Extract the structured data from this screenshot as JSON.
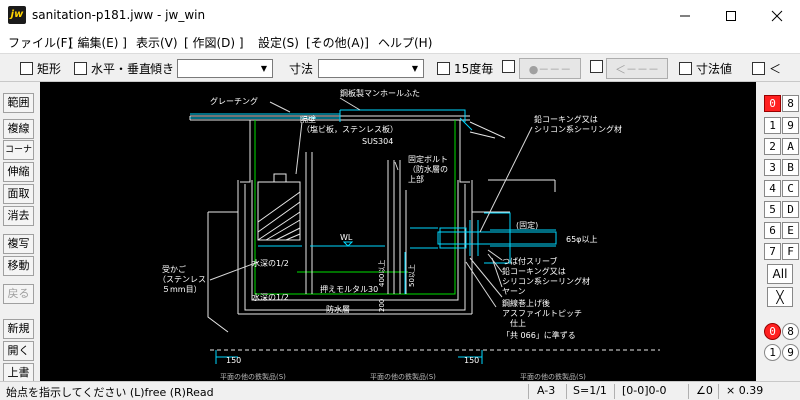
{
  "window": {
    "icon_text": "jw",
    "title": "sanitation-p181.jww - jw_win",
    "minimize": "—",
    "maximize": "☐",
    "close": "✕"
  },
  "menu": {
    "items": [
      "ファイル(F)",
      "[ 編集(E) ]",
      "表示(V)",
      "[ 作図(D) ]",
      "設定(S)",
      "[その他(A)]",
      "ヘルプ(H)"
    ]
  },
  "toolbar": {
    "rect_label": "矩形",
    "hv_label": "水平・垂直",
    "tilt_label": "傾き",
    "tilt_value": "",
    "dim_label": "寸法",
    "dim_value": "",
    "deg15_label": "15度毎",
    "circle_btn": "●－－－",
    "arrow_btn": "＜－－－",
    "dimval_label": "寸法値",
    "lt_label": "＜"
  },
  "left_tools": [
    "範囲",
    "複線",
    "コーナー",
    "伸縮",
    "面取",
    "消去",
    "複写",
    "移動",
    "戻る",
    "新規",
    "開く",
    "上書"
  ],
  "right_tools": {
    "layer_groups_top": [
      [
        "0",
        "8"
      ],
      [
        "1",
        "9"
      ],
      [
        "2",
        "A"
      ],
      [
        "3",
        "B"
      ],
      [
        "4",
        "C"
      ],
      [
        "5",
        "D"
      ],
      [
        "6",
        "E"
      ],
      [
        "7",
        "F"
      ]
    ],
    "all_label": "All",
    "x_label": "╳",
    "layer_groups_bottom": [
      [
        "0",
        "8"
      ],
      [
        "1",
        "9"
      ]
    ]
  },
  "drawing": {
    "labels": {
      "grating": "グレーチング",
      "manhole": "鋼板製マンホールふた",
      "partition1": "隔壁",
      "partition2": "（塩ビ板，ステンレス板）",
      "sus": "SUS304",
      "bolt1": "固定ボルト",
      "bolt2": "（防水層の",
      "bolt3": "上部",
      "lead1": "鉛コーキング又は",
      "lead2": "シリコン系シーリング材",
      "fixed": "(固定)",
      "pipe": "65φ以上",
      "wl": "WL",
      "water_depth_1": "水深の1/2",
      "water_depth_2": "水深の1/2",
      "d400": "400以上",
      "d50": "50以上",
      "basket1": "受かご",
      "basket2": "（ステンレス",
      "basket3": "５mm目）",
      "mortar": "押えモルタル30",
      "waterproof": "防水層",
      "d200": "200",
      "flange": "つば付スリーブ",
      "lead3": "鉛コーキング又は",
      "lead4": "シリコン系シーリング材",
      "yarn": "ヤーン",
      "wind1": "鋼線巻上げ後",
      "wind2": "アスファイルトピッチ",
      "wind3": "仕上",
      "ref": "「共 066」に準ずる",
      "dim150_1": "150",
      "dim150_2": "150"
    },
    "bottom_texts": [
      "平面の他の鉄製品(S)",
      "平面の他の鉄製品(S)",
      "平面の他の鉄製品(S)"
    ]
  },
  "status": {
    "message": "始点を指示してください (L)free (R)Read",
    "paper": "A-3",
    "scale": "S=1/1",
    "layer": "[0-0]0-0",
    "angle": "∠0",
    "zoom": "× 0.39"
  }
}
